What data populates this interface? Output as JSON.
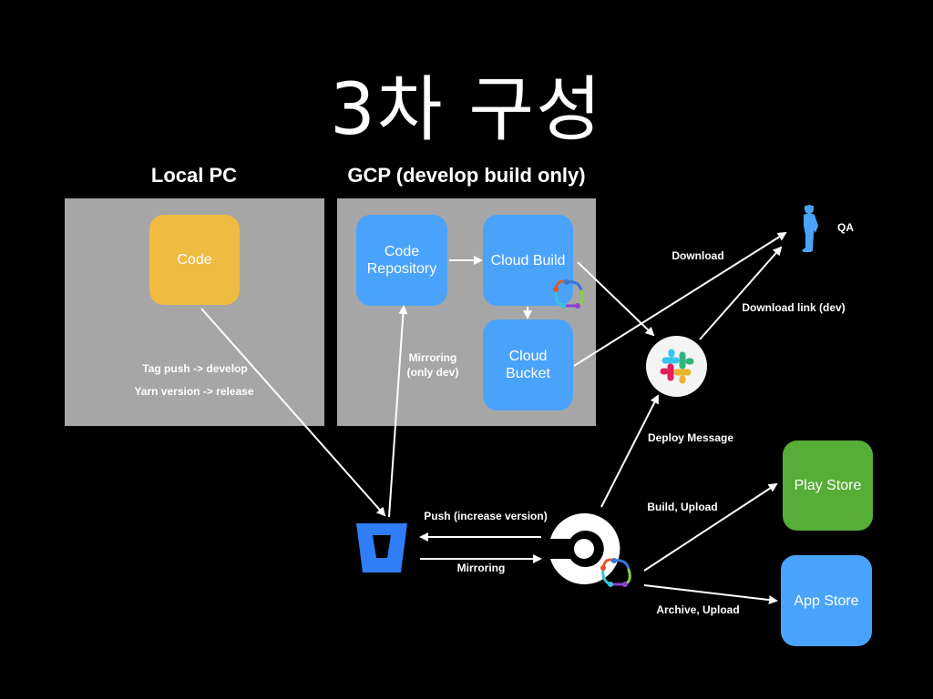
{
  "title": "3차 구성",
  "sections": {
    "local": {
      "title": "Local PC"
    },
    "gcp": {
      "title": "GCP (develop build only)"
    }
  },
  "nodes": {
    "code": {
      "label": "Code",
      "color": "#f0bb41"
    },
    "code_repository": {
      "label": "Code\nRepository",
      "color": "#4aa3fb"
    },
    "cloud_build": {
      "label": "Cloud Build",
      "color": "#4aa3fb"
    },
    "cloud_bucket": {
      "label": "Cloud\nBucket",
      "color": "#4aa3fb"
    },
    "play_store": {
      "label": "Play Store",
      "color": "#56ad37"
    },
    "app_store": {
      "label": "App Store",
      "color": "#4aa3fb"
    },
    "qa": {
      "label": "QA",
      "icon": "person-icon",
      "color": "#4aa3fb"
    },
    "slack": {
      "icon": "slack-icon"
    },
    "bitbucket": {
      "icon": "bitbucket-icon",
      "color": "#2f7ef6"
    },
    "circleci": {
      "icon": "circleci-icon"
    },
    "fastlane": {
      "icon": "fastlane-icon"
    }
  },
  "edge_labels": {
    "tag_push": "Tag push -> develop",
    "yarn_version": "Yarn version -> release",
    "mirroring_only_dev": "Mirroring\n(only dev)",
    "download": "Download",
    "download_link": "Download link (dev)",
    "deploy_message": "Deploy Message",
    "push_increase_version": "Push (increase version)",
    "mirroring": "Mirroring",
    "build_upload": "Build, Upload",
    "archive_upload": "Archive, Upload"
  }
}
